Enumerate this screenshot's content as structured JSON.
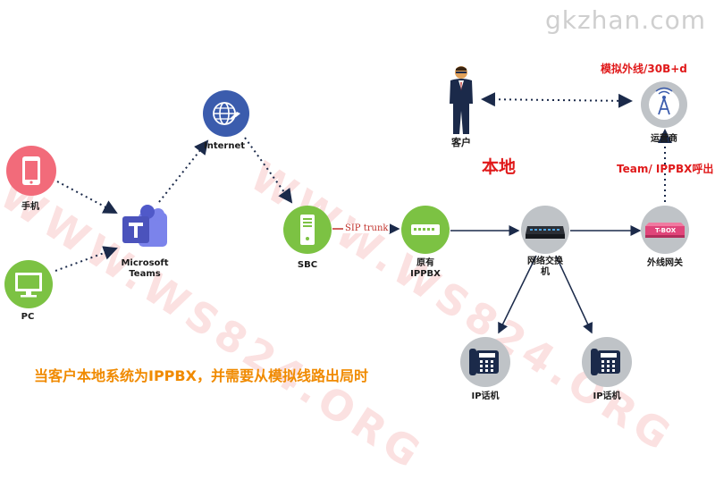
{
  "brand": "gkzhan.com",
  "watermark": "WWW.WS824.ORG",
  "nodes": {
    "phone": "手机",
    "pc": "PC",
    "teams_line1": "Microsoft",
    "teams_line2": "Teams",
    "internet": "Internet",
    "sbc": "SBC",
    "ippbx_line1": "原有",
    "ippbx_line2": "IPPBX",
    "switch_line1": "网络交换",
    "switch_line2": "机",
    "gateway": "外线网关",
    "gateway_box": "T-BOX",
    "carrier": "运营商",
    "customer": "客户",
    "ipphone1": "IP话机",
    "ipphone2": "IP话机"
  },
  "labels": {
    "sip_trunk": "SIP trunk",
    "local": "本地",
    "analog_line": "模拟外线/30B+d",
    "team_ippbx_out": "Team/ IPPBX呼出",
    "caption": "当客户本地系统为IPPBX，并需要从模拟线路出局时"
  },
  "colors": {
    "red": "#e0191a",
    "orange": "#f08a00",
    "green": "#7cc243",
    "pink": "#f26b7a",
    "blue": "#3b5cad",
    "teams": "#5059c9",
    "grey": "#bfc3c7",
    "navy": "#1b2a4a"
  }
}
